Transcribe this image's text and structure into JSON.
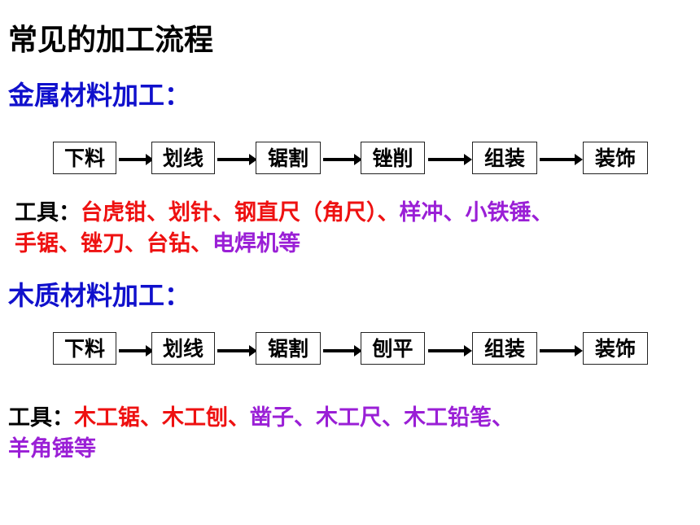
{
  "title": "常见的加工流程",
  "metal": {
    "heading": "金属材料加工：",
    "steps": [
      "下料",
      "划线",
      "锯割",
      "锉削",
      "组装",
      "装饰"
    ],
    "tools_label": "工具：",
    "tools_line1_red": "台虎钳、划针、钢直尺（角尺）、",
    "tools_line1_purple": "样冲、小铁锤、",
    "tools_line2_red": "手锯、锉刀、台钻、",
    "tools_line2_purple": "电焊机等"
  },
  "wood": {
    "heading": "木质材料加工：",
    "steps": [
      "下料",
      "划线",
      "锯割",
      "刨平",
      "组装",
      "装饰"
    ],
    "tools_label": "工具：",
    "tools_line1_red": "木工锯、木工刨、",
    "tools_line1_purple": "凿子、木工尺、木工铅笔、",
    "tools_line2_purple": "羊角锤等"
  },
  "colors": {
    "heading": "#1010cc",
    "tool_red": "#ee1111",
    "tool_purple": "#9a1fd6"
  }
}
